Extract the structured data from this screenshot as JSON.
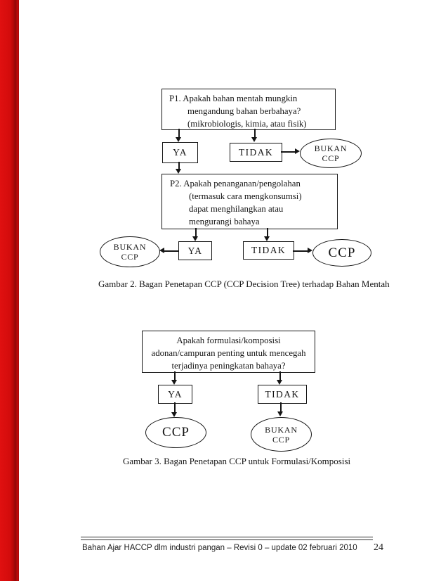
{
  "document": {
    "accent_colors": {
      "left_margin_bar": "#d40c0c",
      "line_color": "#151515"
    },
    "footer": {
      "text": "Bahan Ajar HACCP dlm industri pangan – Revisi 0 – update 02 februari 2010",
      "page_number": "24"
    }
  },
  "figure2": {
    "p1_text": "P1. Apakah bahan mentah mungkin\nmengandung bahan berbahaya?\n(mikrobiologis, kimia, atau fisik)",
    "row1_yes": "YA",
    "row1_no": "TIDAK",
    "row1_not_ccp": "BUKAN\nCCP",
    "p2_text": "P2. Apakah penanganan/pengolahan\n(termasuk cara mengkonsumsi)\ndapat menghilangkan atau\nmengurangi bahaya",
    "row2_yes": "YA",
    "row2_no": "TIDAK",
    "row2_not_ccp": "BUKAN\nCCP",
    "row2_ccp": "CCP",
    "caption": "Gambar 2. Bagan Penetapan CCP (CCP Decision Tree) terhadap Bahan Mentah"
  },
  "figure3": {
    "question": "Apakah formulasi/komposisi\nadonan/campuran penting untuk mencegah\nterjadinya peningkatan bahaya?",
    "yes": "YA",
    "no": "TIDAK",
    "ccp": "CCP",
    "not_ccp": "BUKAN\nCCP",
    "caption": "Gambar 3. Bagan Penetapan CCP untuk Formulasi/Komposisi"
  }
}
